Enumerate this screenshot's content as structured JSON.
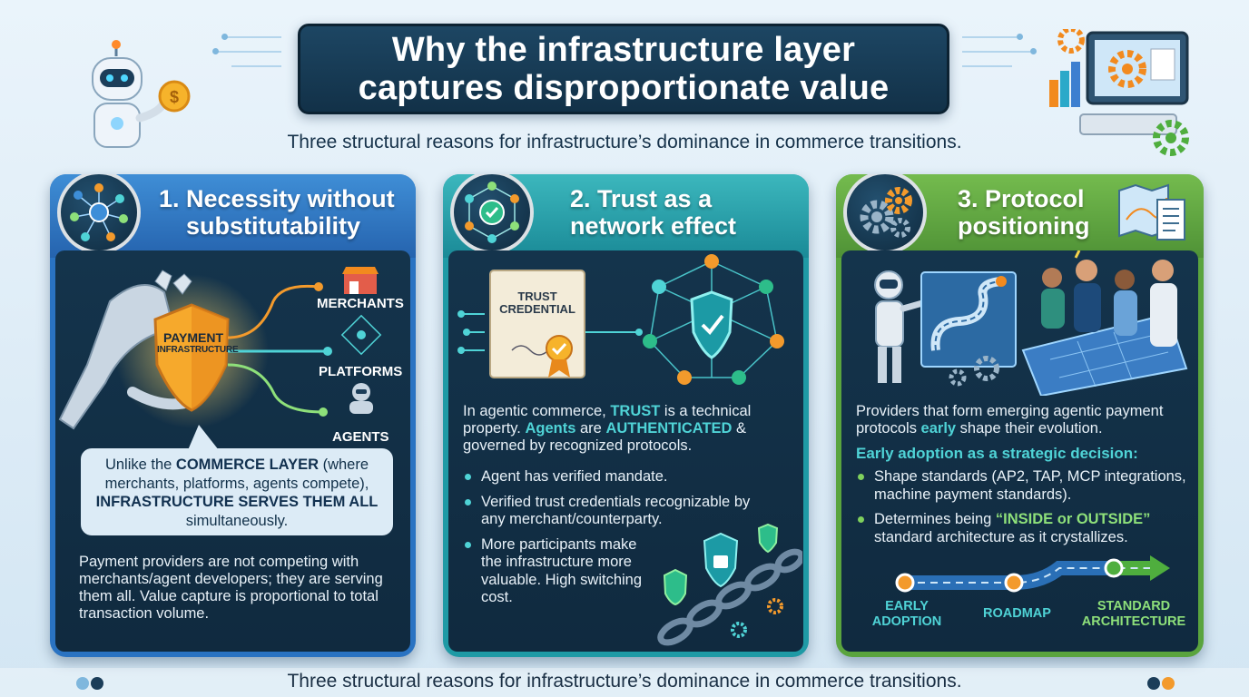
{
  "header": {
    "title_line1": "Why the infrastructure layer",
    "title_line2": "captures disproportionate value",
    "subtitle": "Three structural reasons for infrastructure’s dominance in commerce transitions."
  },
  "card1": {
    "title_line1": "1. Necessity without",
    "title_line2": "substitutability",
    "shield_line1": "PAYMENT",
    "shield_line2": "INFRASTRUCTURE",
    "nodes": [
      "MERCHANTS",
      "PLATFORMS",
      "AGENTS"
    ],
    "callout": {
      "p1": "Unlike the ",
      "b1": "COMMERCE LAYER",
      "p2": " (where merchants, platforms, agents compete), ",
      "b2": "INFRASTRUCTURE SERVES THEM ALL",
      "p3": " simultaneously."
    },
    "body": "Payment providers are not competing with merchants/agent developers; they are serving them all. Value capture is proportional to total transaction volume."
  },
  "card2": {
    "title_line1": "2. Trust as a",
    "title_line2": "network effect",
    "credential_line1": "TRUST",
    "credential_line2": "CREDENTIAL",
    "intro": {
      "p1": "In agentic commerce, ",
      "h1": "TRUST",
      "p2": " is a technical property. ",
      "h2": "Agents",
      "p3": " are ",
      "h3": "AUTHENTICATED",
      "p4": " & governed by recognized protocols."
    },
    "bullets": [
      "Agent has verified mandate.",
      "Verified trust credentials recognizable by any merchant/counterparty.",
      "More participants make the infrastructure more valuable. High switching cost."
    ]
  },
  "card3": {
    "title_line1": "3. Protocol",
    "title_line2": "positioning",
    "intro": {
      "p1": "Providers that form emerging agentic payment protocols ",
      "h1": "early",
      "p2": " shape their evolution."
    },
    "subhead": "Early adoption as a strategic decision:",
    "bullet1": "Shape standards (AP2, TAP, MCP integrations, machine payment standards).",
    "bullet2": {
      "p1": "Determines being ",
      "h1": "“INSIDE or OUTSIDE”",
      "p2": " standard architecture as it crystallizes."
    },
    "roadmap": [
      "EARLY ADOPTION",
      "ROADMAP",
      "STANDARD ARCHITECTURE"
    ]
  },
  "footer": {
    "text": "Three structural reasons for infrastructure’s dominance in commerce transitions."
  },
  "colors": {
    "card1_accent": "#2a73c2",
    "card2_accent": "#1f9aa5",
    "card3_accent": "#5aa43e",
    "dark_panel": "#14344c",
    "title_bg": "#1d4663",
    "highlight_green": "#8ee07a",
    "highlight_teal": "#4fd3d6"
  }
}
